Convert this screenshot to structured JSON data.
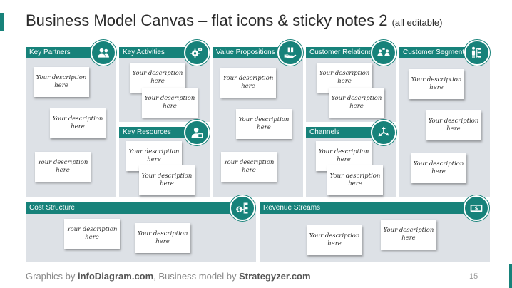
{
  "title": {
    "main": "Business Model Canvas – flat icons & sticky notes 2",
    "sub": "(all editable)"
  },
  "blocks": {
    "key_partners": "Key Partners",
    "key_activities": "Key Activities",
    "value_propositions": "Value Propositions",
    "customer_relationships": "Customer Relationships",
    "customer_segments": "Customer Segments",
    "key_resources": "Key Resources",
    "channels": "Channels",
    "cost_structure": "Cost Structure",
    "revenue_streams": "Revenue Streams"
  },
  "note_text": "Your description here",
  "footer": {
    "prefix": "Graphics by ",
    "brand1": "infoDiagram.com",
    "middle": ", Business model by ",
    "brand2": "Strategyzer.com",
    "page": "15"
  },
  "colors": {
    "accent": "#17827a",
    "panel": "#dde1e6"
  }
}
